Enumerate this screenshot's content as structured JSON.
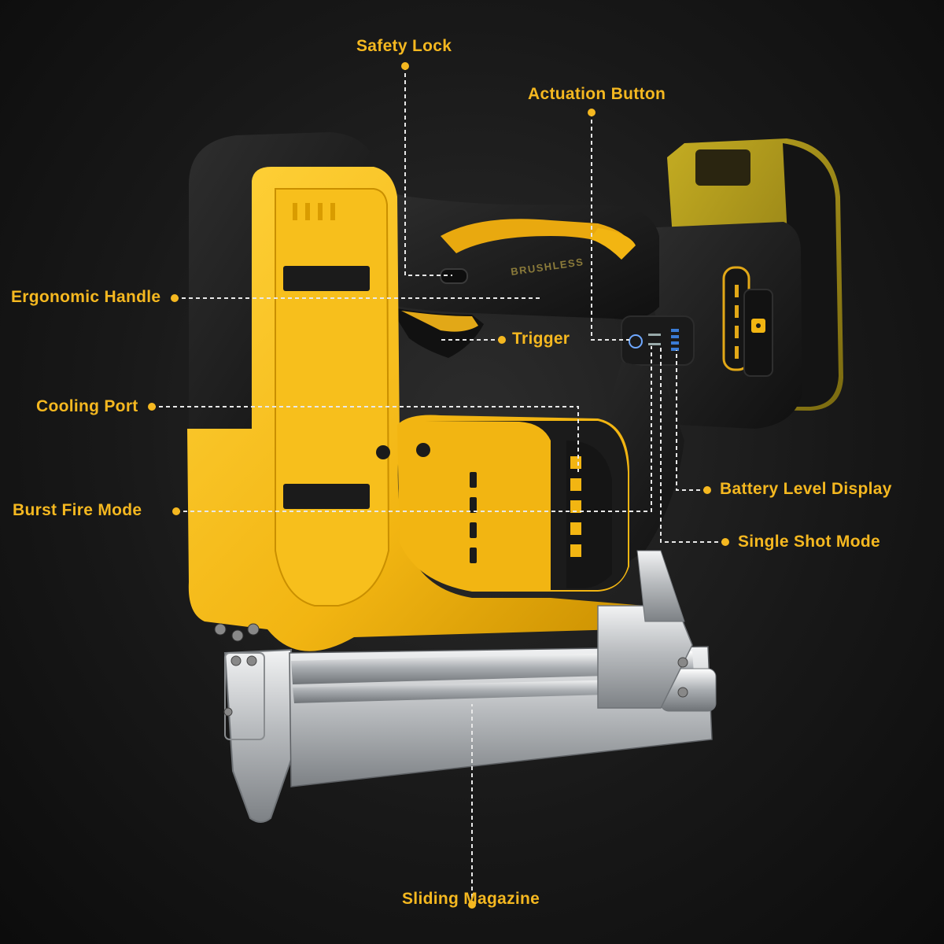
{
  "colors": {
    "accent": "#f5b820",
    "leader": "#e8e8e8",
    "tool_yellow": "#f2b512",
    "tool_black": "#1b1b1b",
    "metal": "#c9cbcd",
    "battery_olive": "#a8921a",
    "display_blue": "#3a7bd5"
  },
  "product_marking": "BRUSHLESS",
  "callouts": [
    {
      "id": "safety-lock",
      "label": "Safety Lock"
    },
    {
      "id": "actuation-button",
      "label": "Actuation Button"
    },
    {
      "id": "ergonomic-handle",
      "label": "Ergonomic Handle"
    },
    {
      "id": "trigger",
      "label": "Trigger"
    },
    {
      "id": "cooling-port",
      "label": "Cooling Port"
    },
    {
      "id": "burst-fire-mode",
      "label": "Burst Fire Mode"
    },
    {
      "id": "battery-level-display",
      "label": "Battery Level Display"
    },
    {
      "id": "single-shot-mode",
      "label": "Single Shot Mode"
    },
    {
      "id": "sliding-magazine",
      "label": "Sliding Magazine"
    }
  ]
}
